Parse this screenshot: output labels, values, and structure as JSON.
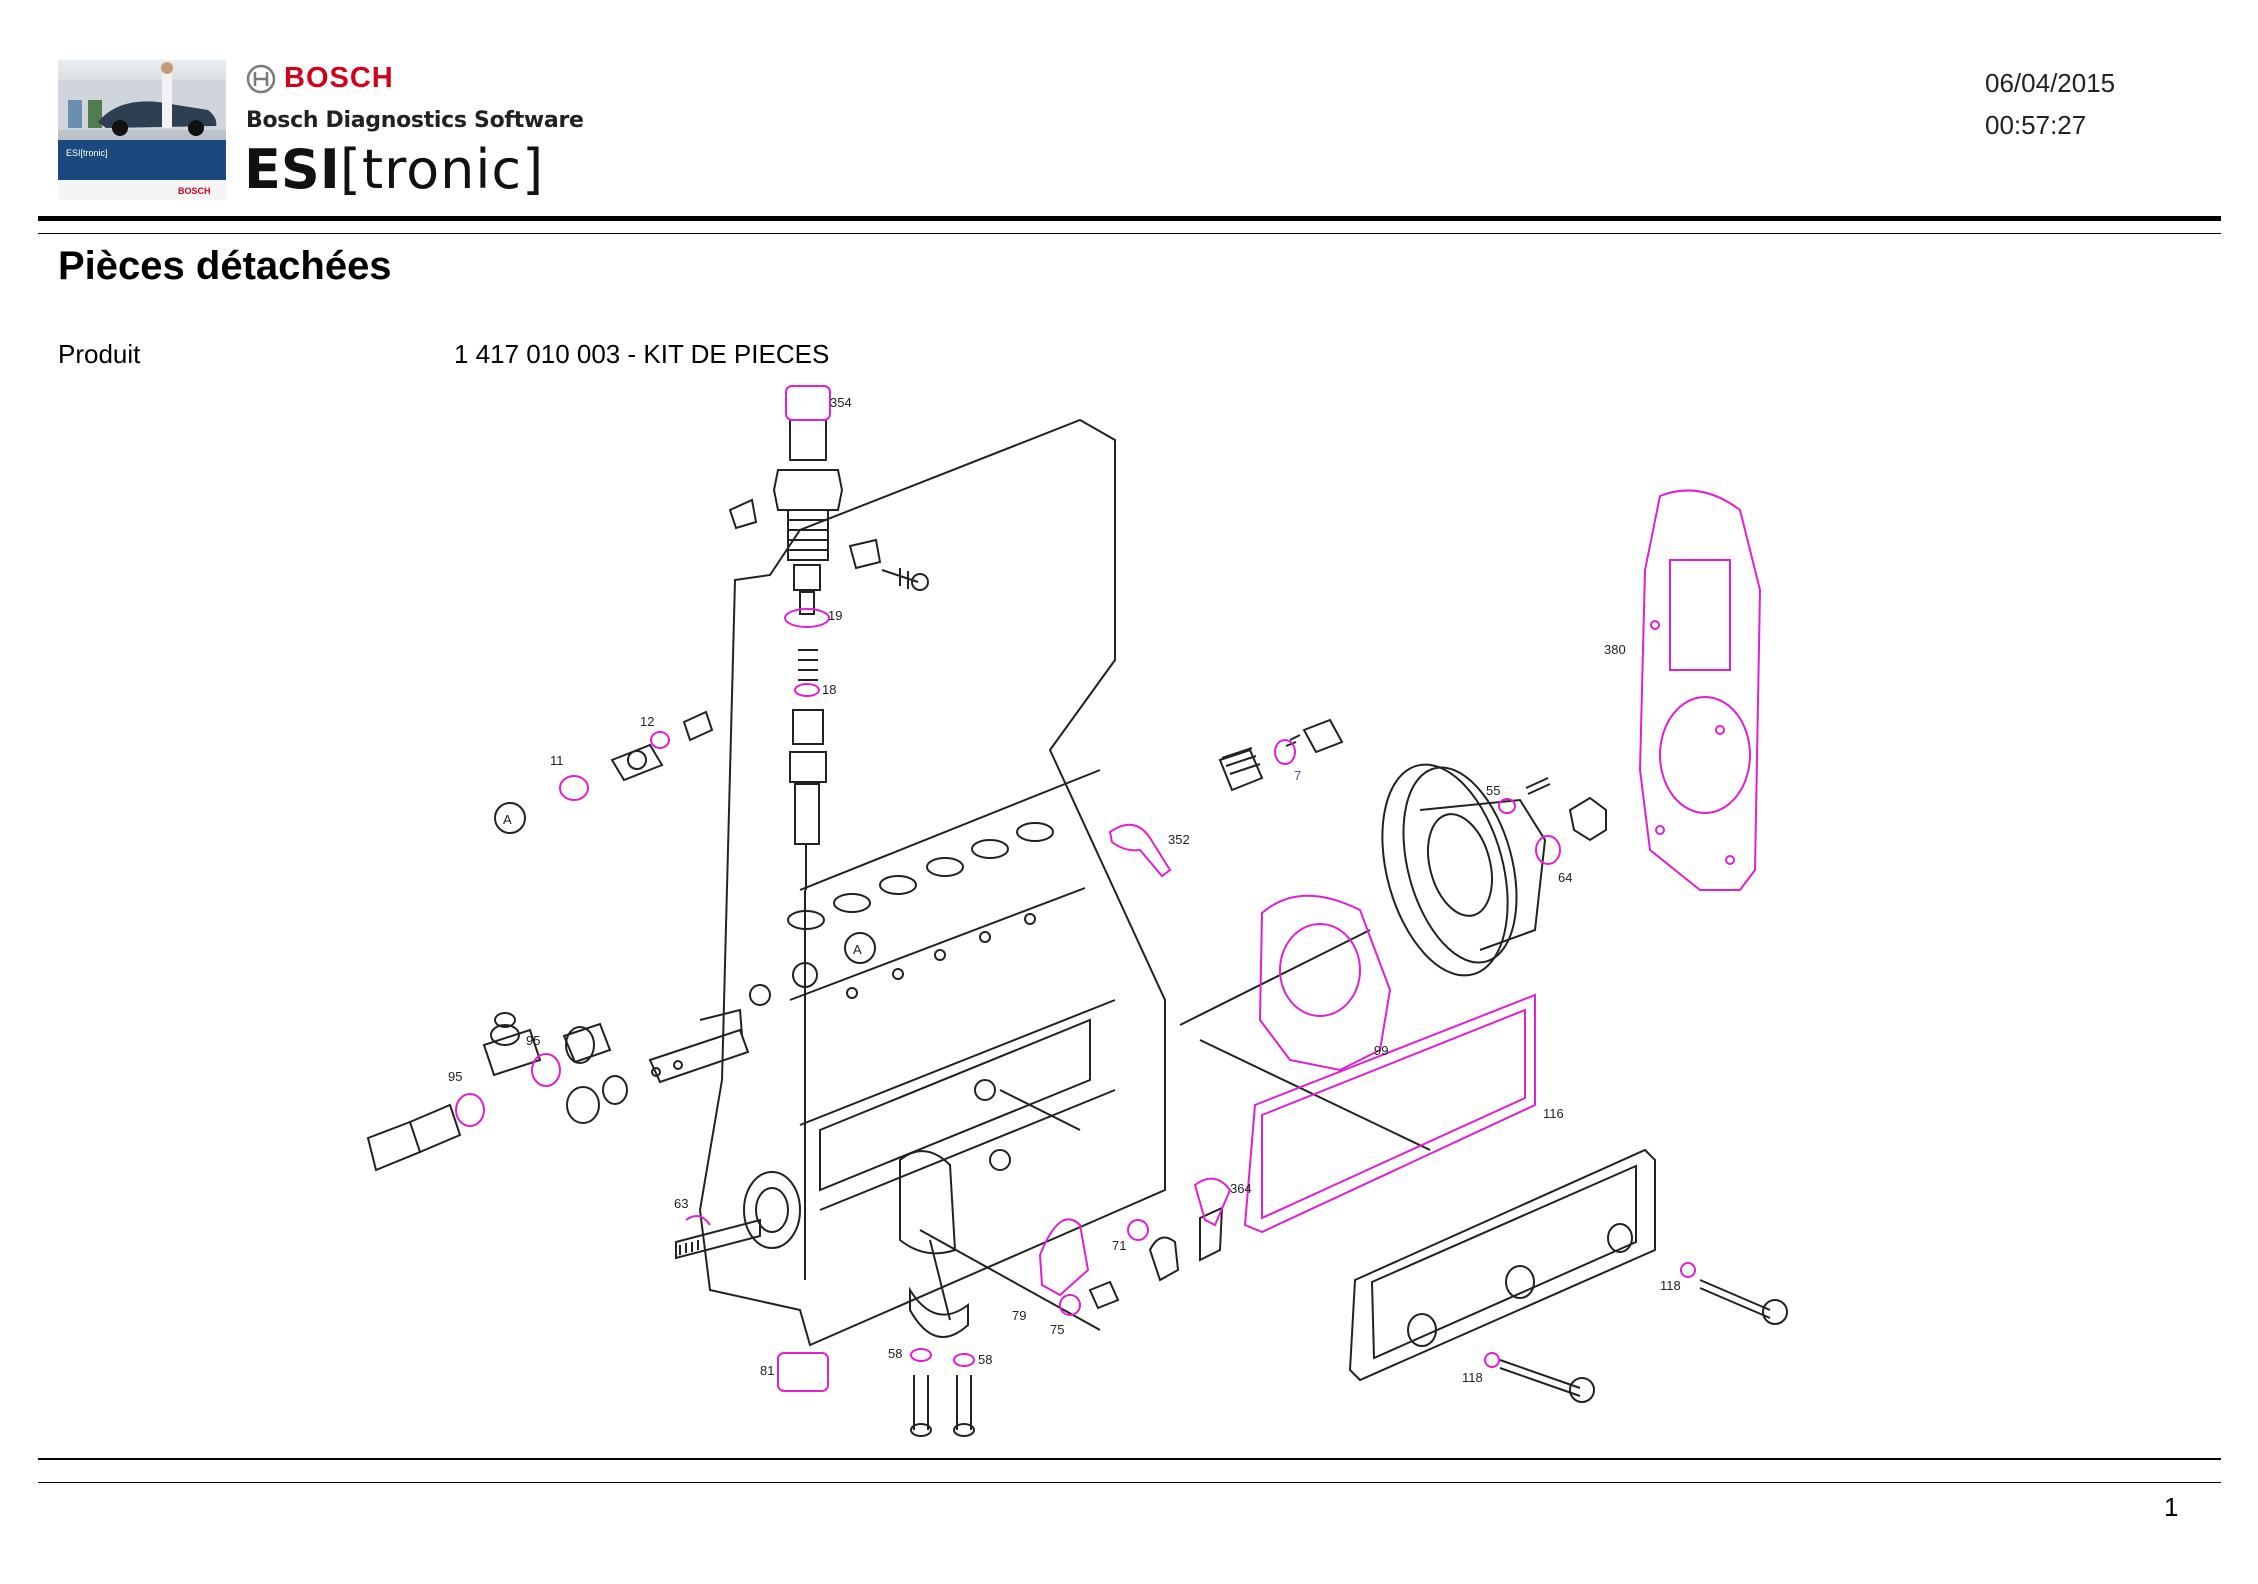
{
  "header": {
    "brand": "BOSCH",
    "product_line": "Bosch Diagnostics Software",
    "app_name_bold": "ESI",
    "app_name_rest": "[tronic]",
    "date": "06/04/2015",
    "time": "00:57:27",
    "thumb_label": "ESI[tronic]",
    "thumb_brand": "BOSCH"
  },
  "page": {
    "title": "Pièces détachées",
    "product_label": "Produit",
    "product_value": "1 417 010 003 - KIT DE PIECES",
    "page_number": "1"
  },
  "colors": {
    "highlight": "#e020d0",
    "line": "#222222",
    "brand_red": "#d0021b",
    "blue_label": "#2f4fd0"
  },
  "diagram": {
    "callouts": [
      "354",
      "19",
      "18",
      "12",
      "11",
      "A",
      "A",
      "7",
      "352",
      "55",
      "64",
      "380",
      "99",
      "95",
      "95",
      "116",
      "364",
      "63",
      "71",
      "79",
      "75",
      "58",
      "58",
      "81",
      "118",
      "118"
    ]
  }
}
